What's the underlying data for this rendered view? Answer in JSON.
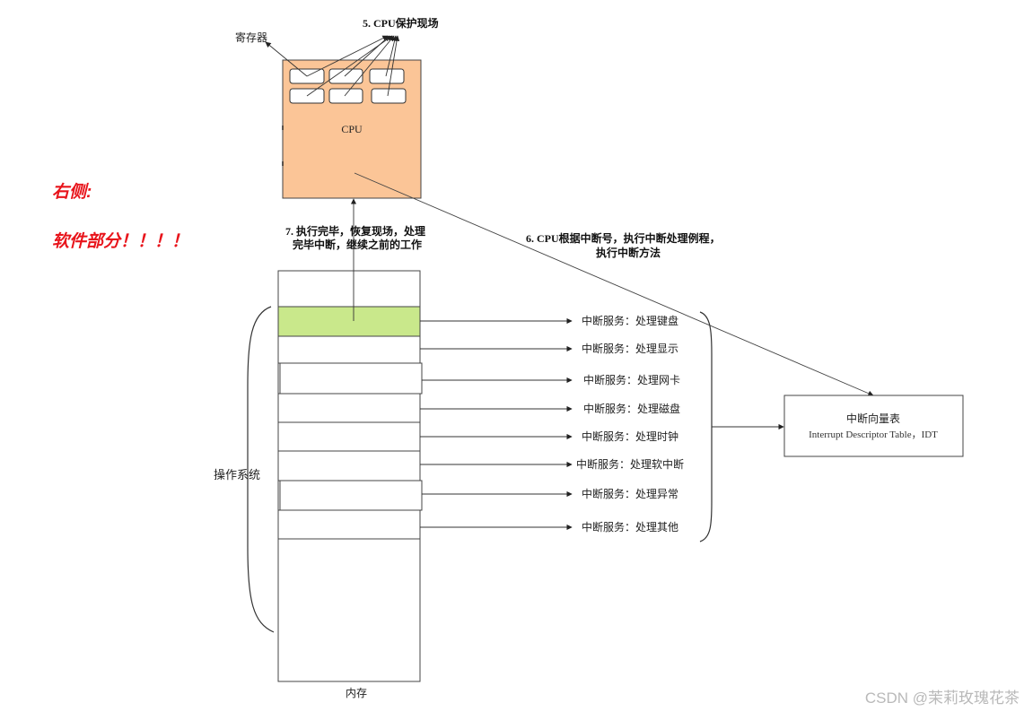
{
  "side_note": {
    "line1": "右侧:",
    "line2": "软件部分！！！！",
    "color": "#e8141b"
  },
  "labels": {
    "registers": "寄存器",
    "step5": "5. CPU保护现场",
    "cpu": "CPU",
    "step7_line1": "7. 执行完毕，恢复现场，处理",
    "step7_line2": "完毕中断，继续之前的工作",
    "step6_line1": "6. CPU根据中断号，执行中断处理例程，",
    "step6_line2": "执行中断方法",
    "os": "操作系统",
    "memory": "内存"
  },
  "services": [
    "中断服务：处理键盘",
    "中断服务：处理显示",
    "中断服务：处理网卡",
    "中断服务：处理磁盘",
    "中断服务：处理时钟",
    "中断服务：处理软中断",
    "中断服务：处理异常",
    "中断服务：处理其他"
  ],
  "idt": {
    "title": "中断向量表",
    "subtitle": "Interrupt Descriptor Table，IDT"
  },
  "watermark": "CSDN @茉莉玫瑰花茶",
  "colors": {
    "cpu_fill": "#fbc597",
    "highlight_fill": "#c9e88b",
    "line": "#3a3a3a"
  }
}
